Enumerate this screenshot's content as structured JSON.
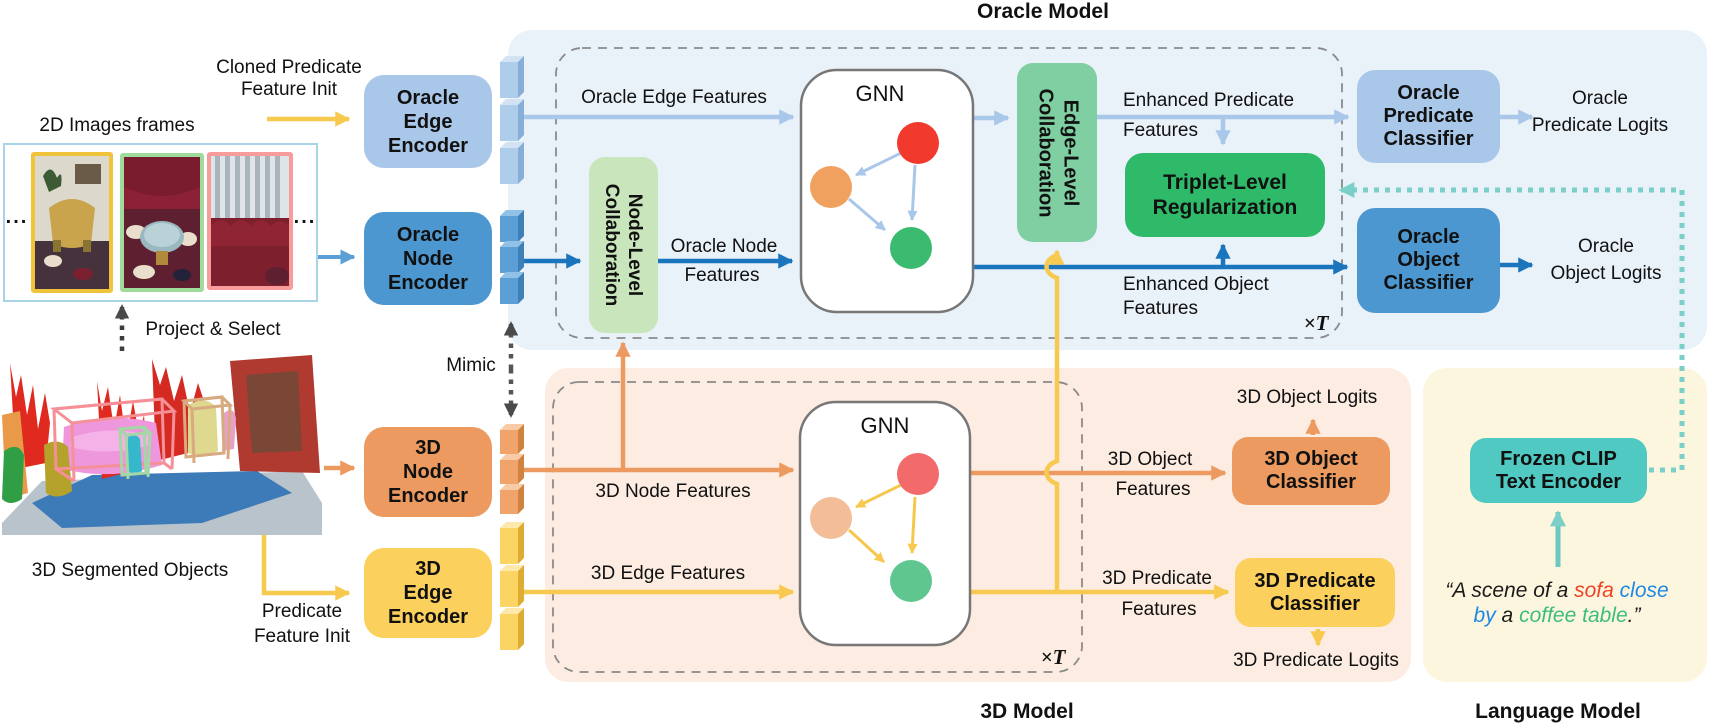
{
  "titles": {
    "oracle_model": "Oracle Model",
    "model_3d": "3D Model",
    "language_model": "Language Model"
  },
  "palette": {
    "light_blue": "#a9c7e9",
    "blue": "#4c97d0",
    "orange": "#ec9a5f",
    "yellow": "#fbd05c",
    "light_green": "#c9e5bb",
    "green": "#7fcfa3",
    "deep_green": "#2eba68",
    "teal": "#4fc9c1",
    "dark_blue_line": "#1b75bc",
    "teal_dotted": "#7ad0c8",
    "oracle_bg": "#e9f1f9",
    "bg_3d": "#fcece1",
    "lang_bg": "#fdf6de"
  },
  "left_panel": {
    "cloned_predicate_init": [
      "Cloned Predicate",
      "Feature Init"
    ],
    "images_2d_label": "2D Images frames",
    "ellipsis_left": "...",
    "ellipsis_right": "...",
    "project_select": "Project & Select",
    "segmented_objects_label": "3D Segmented Objects",
    "predicate_init": [
      "Predicate",
      "Feature Init"
    ],
    "mimic_label": "Mimic"
  },
  "encoders": {
    "oracle_edge": [
      "Oracle",
      "Edge",
      "Encoder"
    ],
    "oracle_node": [
      "Oracle",
      "Node",
      "Encoder"
    ],
    "node_3d": [
      "3D",
      "Node",
      "Encoder"
    ],
    "edge_3d": [
      "3D",
      "Edge",
      "Encoder"
    ]
  },
  "oracle_section": {
    "edge_features": "Oracle Edge Features",
    "node_features": [
      "Oracle Node",
      "Features"
    ],
    "gnn_label": "GNN",
    "node_level_collab": [
      "Node-Level",
      "Collaboration"
    ],
    "edge_level_collab": [
      "Edge-Level",
      "Collaboration"
    ],
    "enhanced_predicate": [
      "Enhanced Predicate",
      "Features"
    ],
    "enhanced_object": [
      "Enhanced Object",
      "Features"
    ],
    "triplet_regularization": [
      "Triplet-Level",
      "Regularization"
    ],
    "predicate_classifier": [
      "Oracle",
      "Predicate",
      "Classifier"
    ],
    "object_classifier": [
      "Oracle",
      "Object",
      "Classifier"
    ],
    "predicate_logits": [
      "Oracle",
      "Predicate Logits"
    ],
    "object_logits": [
      "Oracle",
      "Object Logits"
    ],
    "repeat_label": "×T"
  },
  "section_3d": {
    "node_features": "3D Node Features",
    "edge_features": "3D Edge Features",
    "gnn_label": "GNN",
    "object_features": [
      "3D Object",
      "Features"
    ],
    "predicate_features": [
      "3D Predicate",
      "Features"
    ],
    "object_classifier": [
      "3D Object",
      "Classifier"
    ],
    "predicate_classifier": [
      "3D Predicate",
      "Classifier"
    ],
    "object_logits": "3D Object Logits",
    "predicate_logits": "3D Predicate Logits",
    "repeat_label": "×T"
  },
  "language_section": {
    "clip_encoder": [
      "Frozen CLIP",
      "Text Encoder"
    ],
    "sentence": {
      "p1": "“A scene of a ",
      "sofa": "sofa",
      "close": " close",
      "by": "by",
      "p2": " a ",
      "coffee": "coffee table",
      "end": ".”"
    }
  }
}
